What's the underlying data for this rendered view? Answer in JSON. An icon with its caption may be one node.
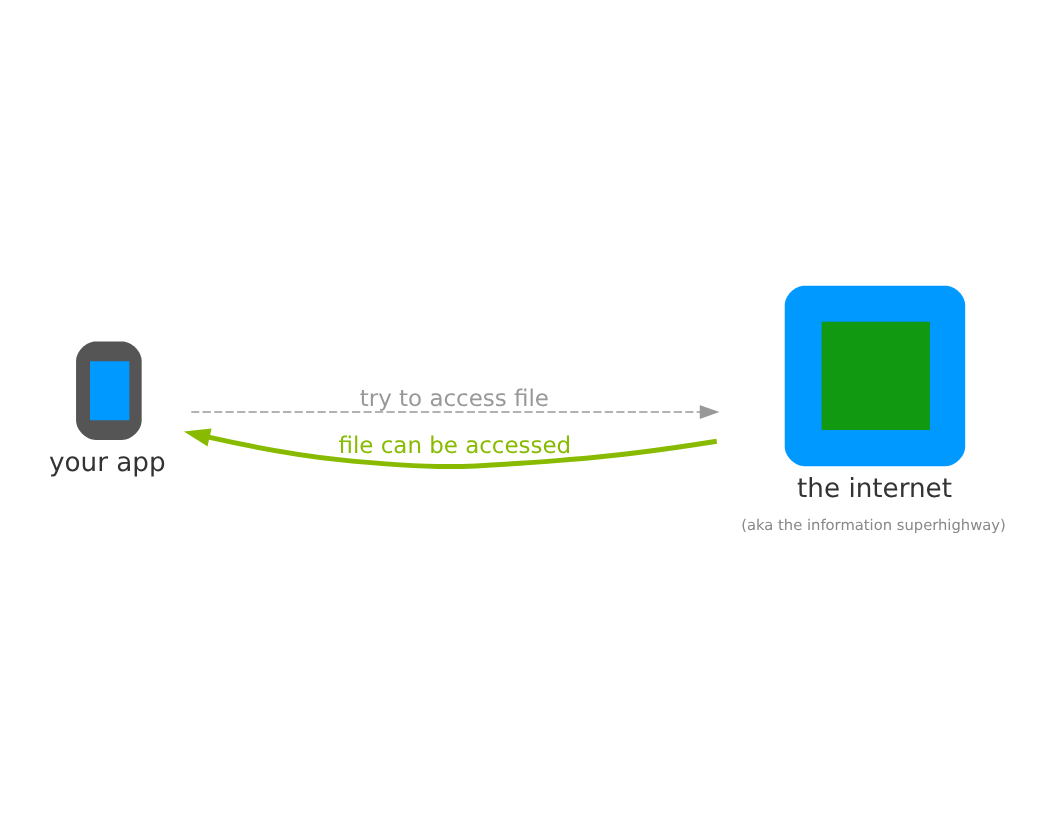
{
  "diagram": {
    "nodes": [
      {
        "text": [
          "your app"
        ]
      },
      {
        "text": [
          "the internet",
          "(aka the information superhighway)"
        ]
      }
    ],
    "edges": [
      {
        "from": 0,
        "to": 1,
        "arrow": "to",
        "label": "try to access file",
        "style": "dashed",
        "color": "#999999"
      },
      {
        "from": 1,
        "to": 0,
        "arrow": "to",
        "label": "file can be accessed",
        "style": "thick",
        "color": "#88bb00"
      }
    ]
  }
}
